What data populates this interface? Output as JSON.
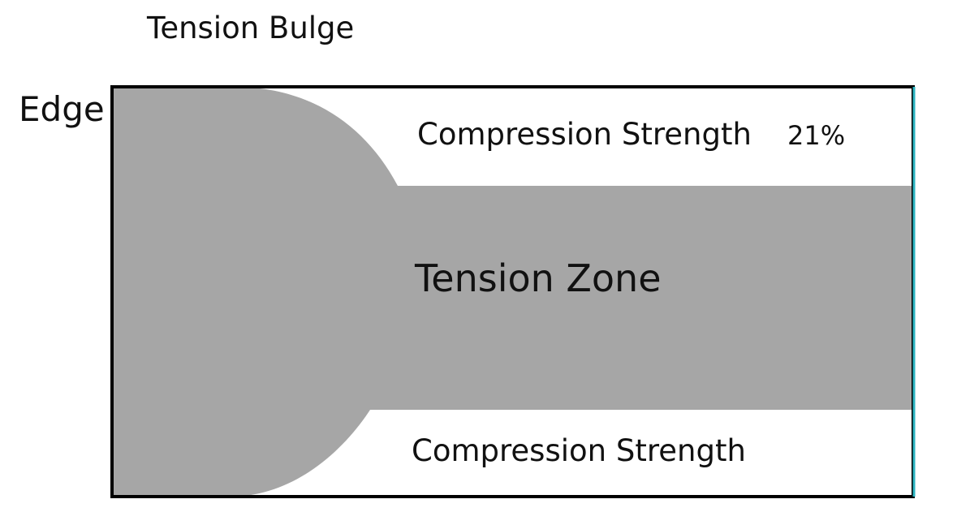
{
  "diagram": {
    "labels": {
      "tension_bulge": "Tension Bulge",
      "edge": "Edge",
      "compression_top": "Compression Strength",
      "compression_percent": "21%",
      "tension_zone": "Tension Zone",
      "compression_bottom": "Compression Strength"
    },
    "colors": {
      "tension_fill": "#a6a6a6",
      "border": "#000000",
      "right_edge": "#2bb3c0",
      "background": "#ffffff"
    }
  }
}
